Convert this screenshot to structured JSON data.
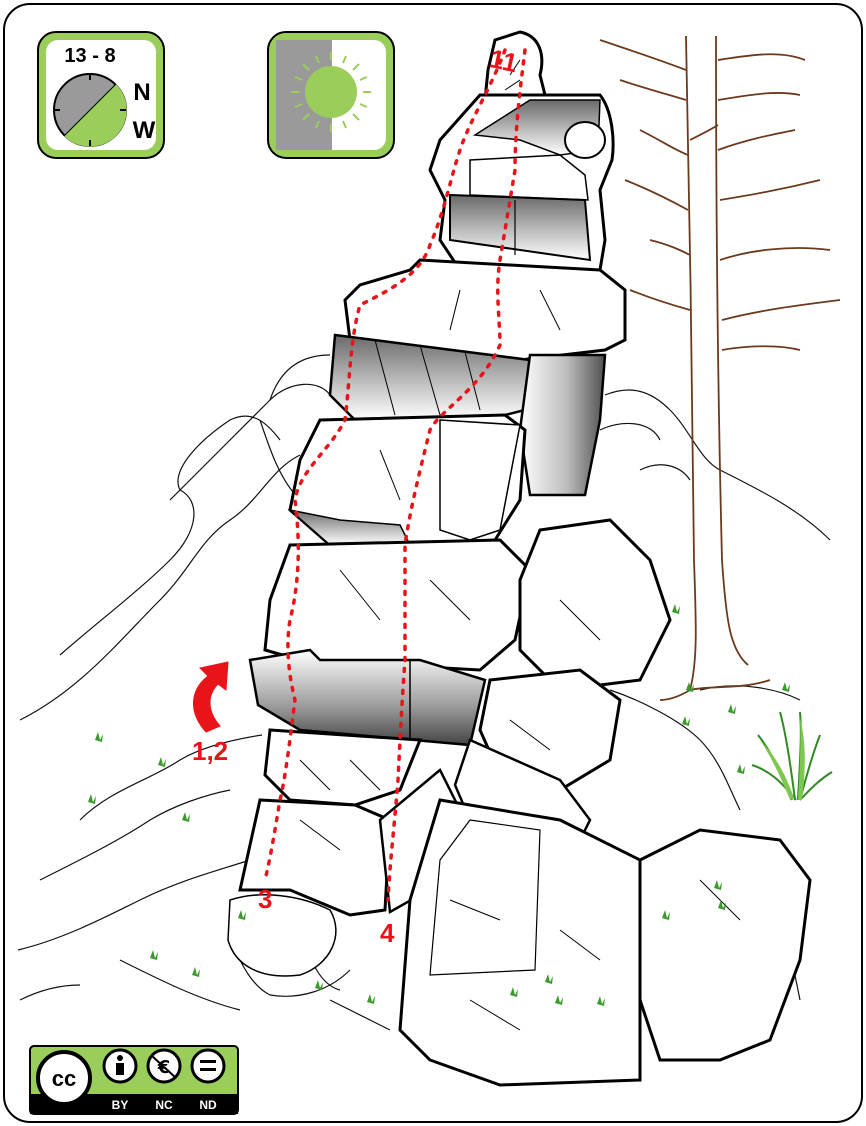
{
  "compass": {
    "label": "13 - 8",
    "dir1": "N",
    "dir2": "W"
  },
  "sun": {
    "icon": "sun-icon"
  },
  "routes": {
    "r11": "11",
    "r12": "1,2",
    "r3": "3",
    "r4": "4"
  },
  "license": {
    "cc": "cc",
    "by": "BY",
    "nc": "NC",
    "nd": "ND"
  },
  "colors": {
    "accent_green": "#9acd5a",
    "route_red": "#e8141a",
    "tree_brown": "#6b3a1e",
    "grass_green": "#3a9a2a"
  }
}
